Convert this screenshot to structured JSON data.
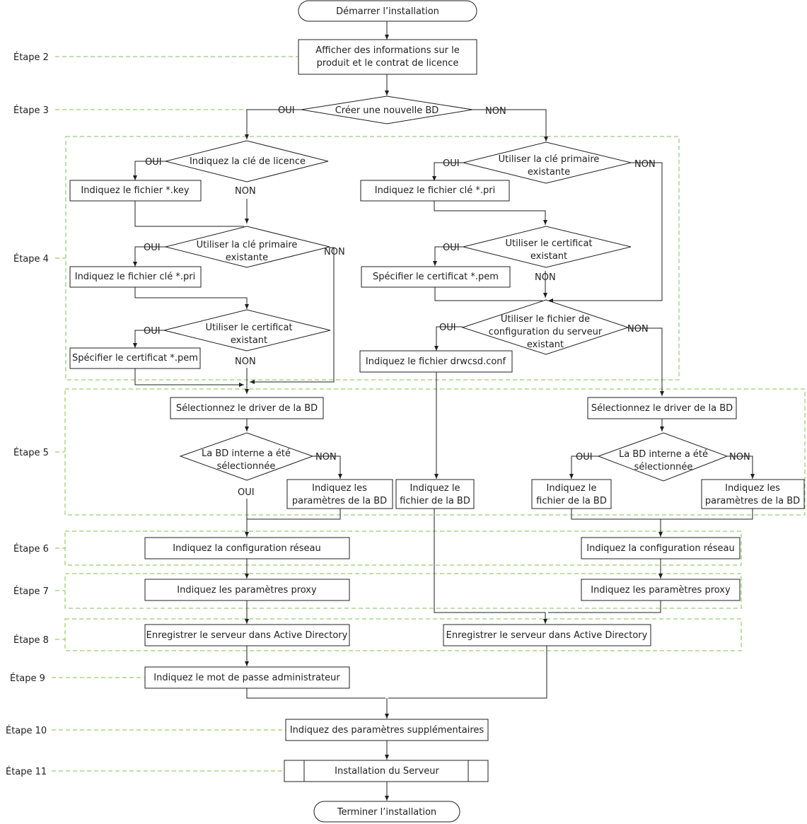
{
  "steps": {
    "s2": "Étape 2",
    "s3": "Étape 3",
    "s4": "Étape 4",
    "s5": "Étape 5",
    "s6": "Étape 6",
    "s7": "Étape 7",
    "s8": "Étape 8",
    "s9": "Étape 9",
    "s10": "Étape 10",
    "s11": "Étape 11"
  },
  "nodes": {
    "start": "Démarrer l’installation",
    "info1": "Afficher des informations sur le",
    "info2": "produit et le contrat de licence",
    "newdb": "Créer une nouvelle BD",
    "licenseQ": "Indiquez la clé de licence",
    "keyFile": "Indiquez le fichier *.key",
    "useKey1": "Utiliser la clé primaire",
    "useKey2": "existante",
    "priFile": "Indiquez le fichier clé *.pri",
    "useCert1": "Utiliser le certificat",
    "useCert2": "existant",
    "pemFile": "Spécifier le certificat *.pem",
    "useConf1": "Utiliser le fichier de",
    "useConf2": "configuration du serveur",
    "useConf3": "existant",
    "confFile": "Indiquez le fichier drwcsd.conf",
    "driver": "Sélectionnez le driver de la BD",
    "internal1": "La BD interne a été",
    "internal2": "sélectionnée",
    "params1": "Indiquez les",
    "params2": "paramètres de la BD",
    "dbfile1": "Indiquez le",
    "dbfile2": "fichier de la BD",
    "network": "Indiquez la configuration réseau",
    "proxy": "Indiquez les paramètres proxy",
    "ad": "Enregistrer le serveur dans Active Directory",
    "admin": "Indiquez le mot de passe administrateur",
    "extra": "Indiquez des paramètres supplémentaires",
    "install": "Installation du Serveur",
    "end": "Terminer l’installation"
  },
  "labels": {
    "yes": "OUI",
    "no": "NON"
  }
}
